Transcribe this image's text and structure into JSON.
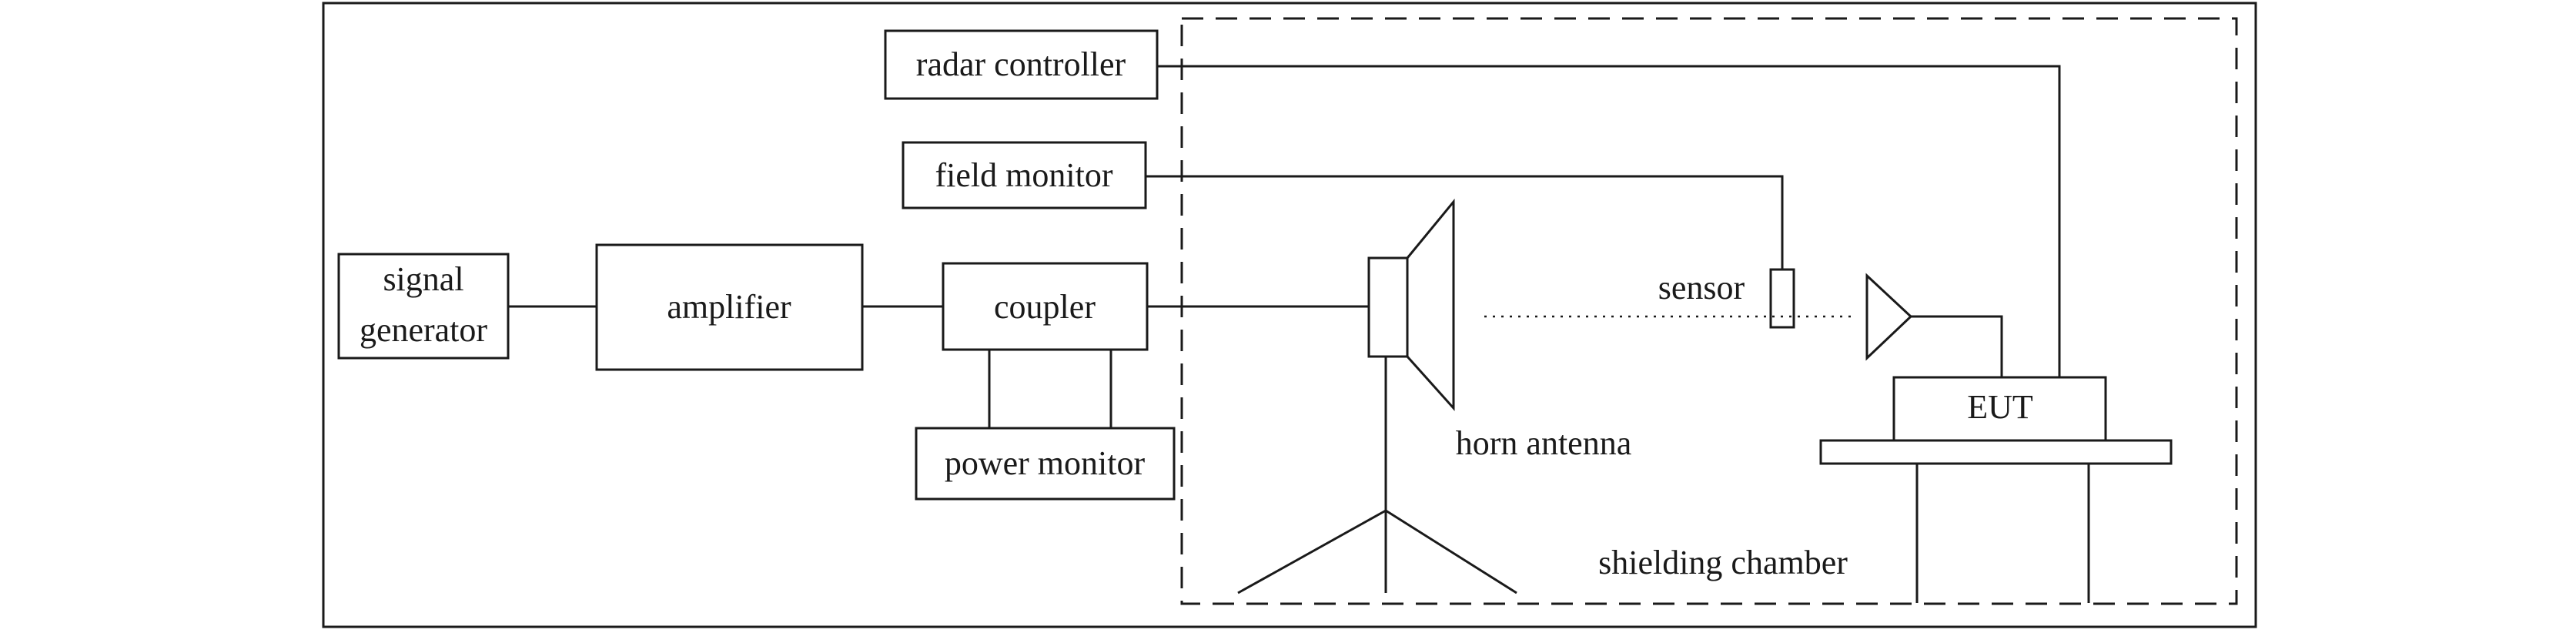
{
  "diagram": {
    "blocks": {
      "signal_generator": [
        "signal",
        "generator"
      ],
      "amplifier": "amplifier",
      "coupler": "coupler",
      "power_monitor": "power monitor",
      "radar_controller": "radar controller",
      "field_monitor": "field monitor",
      "eut": "EUT"
    },
    "labels": {
      "sensor": "sensor",
      "horn_antenna": "horn antenna",
      "shielding_chamber": "shielding chamber"
    }
  }
}
